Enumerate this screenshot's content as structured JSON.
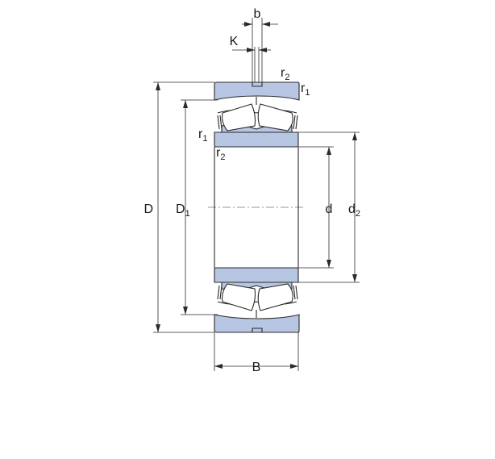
{
  "labels": {
    "b": "b",
    "K": "K",
    "r2_top": {
      "main": "r",
      "sub": "2"
    },
    "r1_top": {
      "main": "r",
      "sub": "1"
    },
    "r1_left": {
      "main": "r",
      "sub": "1"
    },
    "r2_left": {
      "main": "r",
      "sub": "2"
    },
    "D": "D",
    "D1": {
      "main": "D",
      "sub": "1"
    },
    "d": "d",
    "d2": {
      "main": "d",
      "sub": "2"
    },
    "B": "B"
  },
  "colors": {
    "ring_fill": "#b7c6e2",
    "line": "#2a2a2a"
  }
}
